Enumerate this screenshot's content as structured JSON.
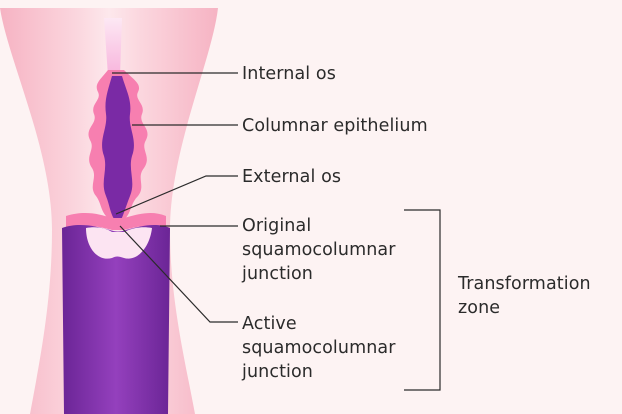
{
  "labels": {
    "internal_os": "Internal os",
    "columnar_epithelium": "Columnar epithelium",
    "external_os": "External os",
    "original_scj": [
      "Original",
      "squamocolumnar",
      "junction"
    ],
    "active_scj": [
      "Active",
      "squamocolumnar",
      "junction"
    ],
    "transformation_zone": [
      "Transformation",
      "zone"
    ]
  },
  "colors": {
    "background": "#fdf3f3",
    "outer_tissue": "#f9c3cf",
    "outer_tissue_light": "#fde6ea",
    "canal_pink": "#f77fb0",
    "canal_light": "#fbdcf0",
    "columnar_purple": "#7a2aa5",
    "vagina_purple": "#8d3ab4",
    "squamous_light": "#fce4f2",
    "leader_line": "#2b2b2b"
  }
}
